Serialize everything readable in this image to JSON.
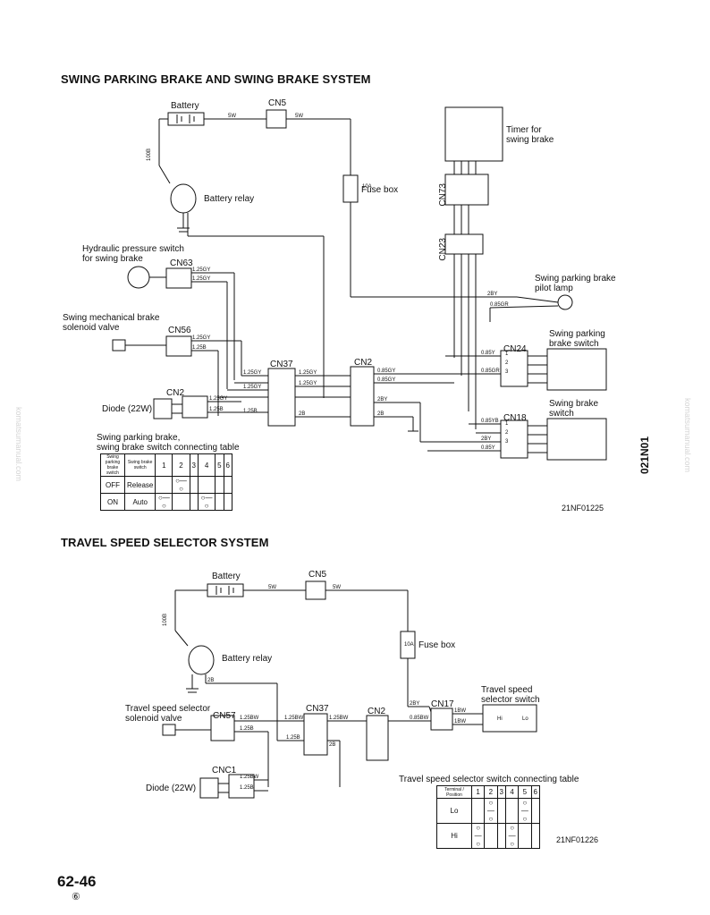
{
  "section1": {
    "title": "SWING PARKING BRAKE AND SWING BRAKE SYSTEM",
    "labels": {
      "battery": "Battery",
      "cn5": "CN5",
      "timer": "Timer for\nswing brake",
      "fuse_box": "Fuse box",
      "battery_relay": "Battery relay",
      "hyd_switch": "Hydraulic pressure switch\nfor swing brake",
      "cn63": "CN63",
      "swing_lamp": "Swing parking brake\npilot lamp",
      "swing_mech": "Swing mechanical brake\nsolenoid valve",
      "cn56": "CN56",
      "swing_park_switch": "Swing parking\nbrake switch",
      "cn24": "CN24",
      "cn37": "CN37",
      "cn2": "CN2",
      "cn2b": "CN2",
      "diode": "Diode (22W)",
      "swing_brake_switch": "Swing brake\nswitch",
      "cn18": "CN18",
      "cn73": "CN73",
      "cn23": "CN23",
      "table_title": "Swing parking brake,\nswing brake switch connecting table",
      "fig": "21NF01225"
    },
    "table": {
      "headers": [
        "Swing parking brake switch",
        "Swing brake switch",
        "1",
        "2",
        "3",
        "4",
        "5",
        "6"
      ],
      "rows": [
        [
          "OFF",
          "Release",
          "",
          "○—○",
          "",
          "",
          "",
          ""
        ],
        [
          "ON",
          "Auto",
          "○—○",
          "",
          "",
          "○—○",
          "",
          ""
        ]
      ]
    }
  },
  "section2": {
    "title": "TRAVEL SPEED SELECTOR SYSTEM",
    "labels": {
      "battery": "Battery",
      "cn5": "CN5",
      "fuse_box": "Fuse box",
      "battery_relay": "Battery relay",
      "travel_sol": "Travel speed selector\nsolenoid valve",
      "cn57": "CN57",
      "cn37": "CN37",
      "cn2": "CN2",
      "cn17": "CN17",
      "travel_switch": "Travel speed\nselector switch",
      "diode": "Diode (22W)",
      "cnc1": "CNC1",
      "table_title": "Travel speed selector switch connecting table",
      "fig": "21NF01226"
    },
    "table": {
      "headers": [
        "Terminal / Position",
        "1",
        "2",
        "3",
        "4",
        "5",
        "6"
      ],
      "rows": [
        [
          "Lo",
          "",
          "○—○",
          "",
          "",
          "○—○",
          ""
        ],
        [
          "Hi",
          "○—○",
          "",
          "",
          "○—○",
          "",
          ""
        ]
      ]
    }
  },
  "footer": {
    "page_number": "62-46",
    "revision": "⑥",
    "side_code": "021N01",
    "watermark": "komatsumanual.com"
  }
}
